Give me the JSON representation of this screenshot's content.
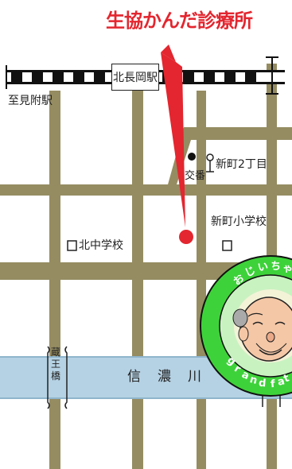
{
  "title": "生協かんだ診療所",
  "station": "北長岡駅",
  "to_station": "至見附駅",
  "koban": "交番",
  "bus_stop": "新町2丁目",
  "school_east": "新町小学校",
  "school_west": "北中学校",
  "river": [
    "信",
    "濃",
    "川"
  ],
  "bridge": "蔵王橋",
  "badge": {
    "top_text": [
      "お",
      "じ",
      "い",
      "ち",
      "ゃ"
    ],
    "bottom_text": [
      "g",
      "r",
      "a",
      "n",
      "d",
      " ",
      "f",
      "a",
      "t"
    ]
  },
  "colors": {
    "road": "#958c62",
    "river": "#b5d2e4",
    "accent_red": "#e3262f",
    "badge_ring": "#3ed23a"
  }
}
